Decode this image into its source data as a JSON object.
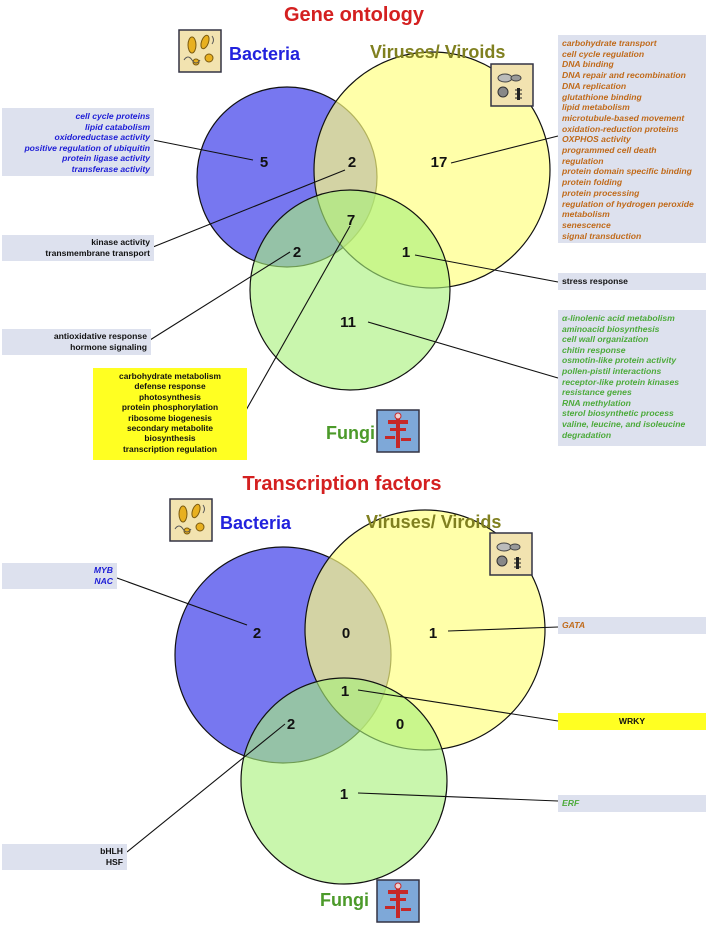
{
  "colors": {
    "title": "#d42020",
    "bacteria": "#7777f0",
    "viruses": "#ffff80",
    "fungi": "#a8f07a",
    "bacteria_label": "#2222dd",
    "viruses_label": "#808020",
    "fungi_label": "#4c9a2a",
    "annotation_bg": "#dde1ee",
    "highlight_bg": "#ffff22"
  },
  "icons": {
    "bacteria": "bacteria-icon",
    "viruses": "virus-icon",
    "fungi": "fungi-icon"
  },
  "gene_ontology": {
    "title": "Gene ontology",
    "labels": {
      "bacteria": "Bacteria",
      "viruses": "Viruses/ Viroids",
      "fungi": "Fungi"
    },
    "counts": {
      "bacteria_only": "5",
      "bacteria_viruses": "2",
      "viruses_only": "17",
      "all_three": "7",
      "bacteria_fungi": "2",
      "viruses_fungi": "1",
      "fungi_only": "11"
    },
    "lists": {
      "bacteria_only": [
        "cell cycle proteins",
        "lipid catabolism",
        "oxidoreductase activity",
        "positive regulation of ubiquitin",
        "protein ligase activity",
        "transferase activity"
      ],
      "bacteria_viruses": [
        "kinase activity",
        "transmembrane transport"
      ],
      "bacteria_fungi": [
        "antioxidative response",
        "hormone signaling"
      ],
      "all_three": [
        "carbohydrate metabolism",
        "defense response",
        "photosynthesis",
        "protein phosphorylation",
        "ribosome biogenesis",
        "secondary metabolite",
        "biosynthesis",
        "transcription regulation"
      ],
      "viruses_only": [
        "carbohydrate transport",
        "cell cycle regulation",
        "DNA binding",
        "DNA repair and recombination",
        "DNA replication",
        "glutathione binding",
        "lipid metabolism",
        "microtubule-based movement",
        "oxidation-reduction proteins",
        "OXPHOS activity",
        "programmed cell death",
        "regulation",
        "protein domain specific binding",
        "protein folding",
        "protein processing",
        "regulation of hydrogen peroxide",
        "metabolism",
        "senescence",
        "signal transduction"
      ],
      "viruses_fungi": [
        "stress response"
      ],
      "fungi_only": [
        "α-linolenic acid metabolism",
        "aminoacid biosynthesis",
        "cell wall organization",
        "chitin response",
        "osmotin-like protein activity",
        "pollen-pistil interactions",
        "receptor-like protein kinases",
        "resistance genes",
        "RNA methylation",
        "sterol biosynthetic process",
        "valine, leucine, and isoleucine",
        "degradation"
      ]
    }
  },
  "transcription_factors": {
    "title": "Transcription factors",
    "labels": {
      "bacteria": "Bacteria",
      "viruses": "Viruses/ Viroids",
      "fungi": "Fungi"
    },
    "counts": {
      "bacteria_only": "2",
      "bacteria_viruses": "0",
      "viruses_only": "1",
      "all_three": "1",
      "bacteria_fungi": "2",
      "viruses_fungi": "0",
      "fungi_only": "1"
    },
    "lists": {
      "bacteria_only": [
        "MYB",
        "NAC"
      ],
      "viruses_only": [
        "GATA"
      ],
      "all_three": [
        "WRKY"
      ],
      "bacteria_fungi": [
        "bHLH",
        "HSF"
      ],
      "fungi_only": [
        "ERF"
      ]
    }
  }
}
